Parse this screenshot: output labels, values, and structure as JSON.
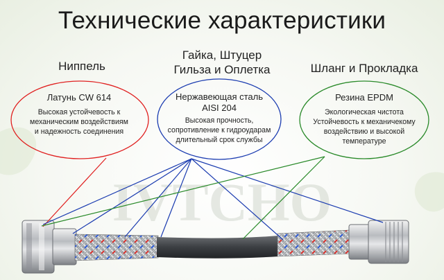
{
  "title": "Технические характеристики",
  "watermark": "IVTCHO",
  "colors": {
    "red": "#e02020",
    "blue": "#1a3bb0",
    "green": "#2a8a2a"
  },
  "parts": [
    {
      "heading": "Ниппель",
      "material": "Латунь CW 614",
      "lines": [
        "Высокая устойчевость к",
        "механическим воздействиям",
        "и надежность соединения"
      ]
    },
    {
      "heading_lines": [
        "Гайка, Штуцер",
        "Гильза и Оплетка"
      ],
      "material_lines": [
        "Нержавеющая сталь",
        "AISI 204"
      ],
      "lines": [
        "Высокая прочность,",
        "сопротивление к гидроударам",
        "длительный срок службы"
      ]
    },
    {
      "heading": "Шланг и Прокладка",
      "material": "Резина EPDM",
      "lines": [
        "Экологическая чистота",
        "Устойчевость к механичекому",
        "воздействию и высокой",
        "температуре"
      ]
    }
  ]
}
